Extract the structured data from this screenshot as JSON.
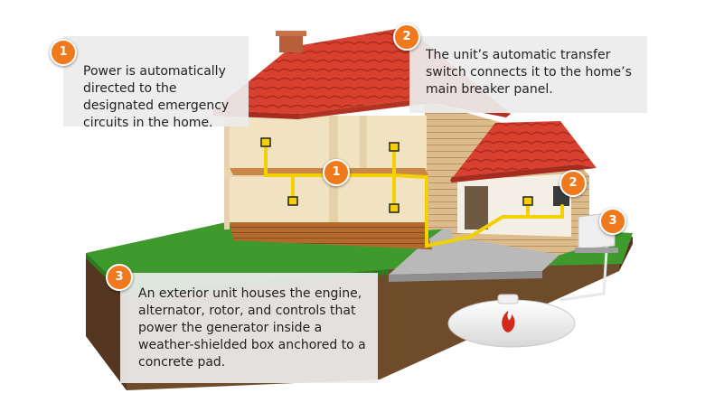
{
  "callouts": [
    {
      "number": "1",
      "text": "Power is automatically directed to the designated emergency circuits in the home."
    },
    {
      "number": "2",
      "text": "The unit’s automatic transfer switch connects it to the home’s main breaker panel."
    },
    {
      "number": "3",
      "text": "An exterior unit houses the engine, alternator, rotor, and controls that power the generator inside a weather-shielded box anchored to a concrete pad."
    }
  ],
  "markers": {
    "m1": "1",
    "m2": "2",
    "m3": "3"
  },
  "colors": {
    "roof": "#d33b2c",
    "siding": "#d9b98a",
    "grass": "#3f9a2e",
    "soil": "#6b4a2c",
    "wiring": "#f4d000",
    "badge": "#ef7a1e",
    "flame": "#d3291c"
  },
  "icons": [
    "flame-icon"
  ]
}
